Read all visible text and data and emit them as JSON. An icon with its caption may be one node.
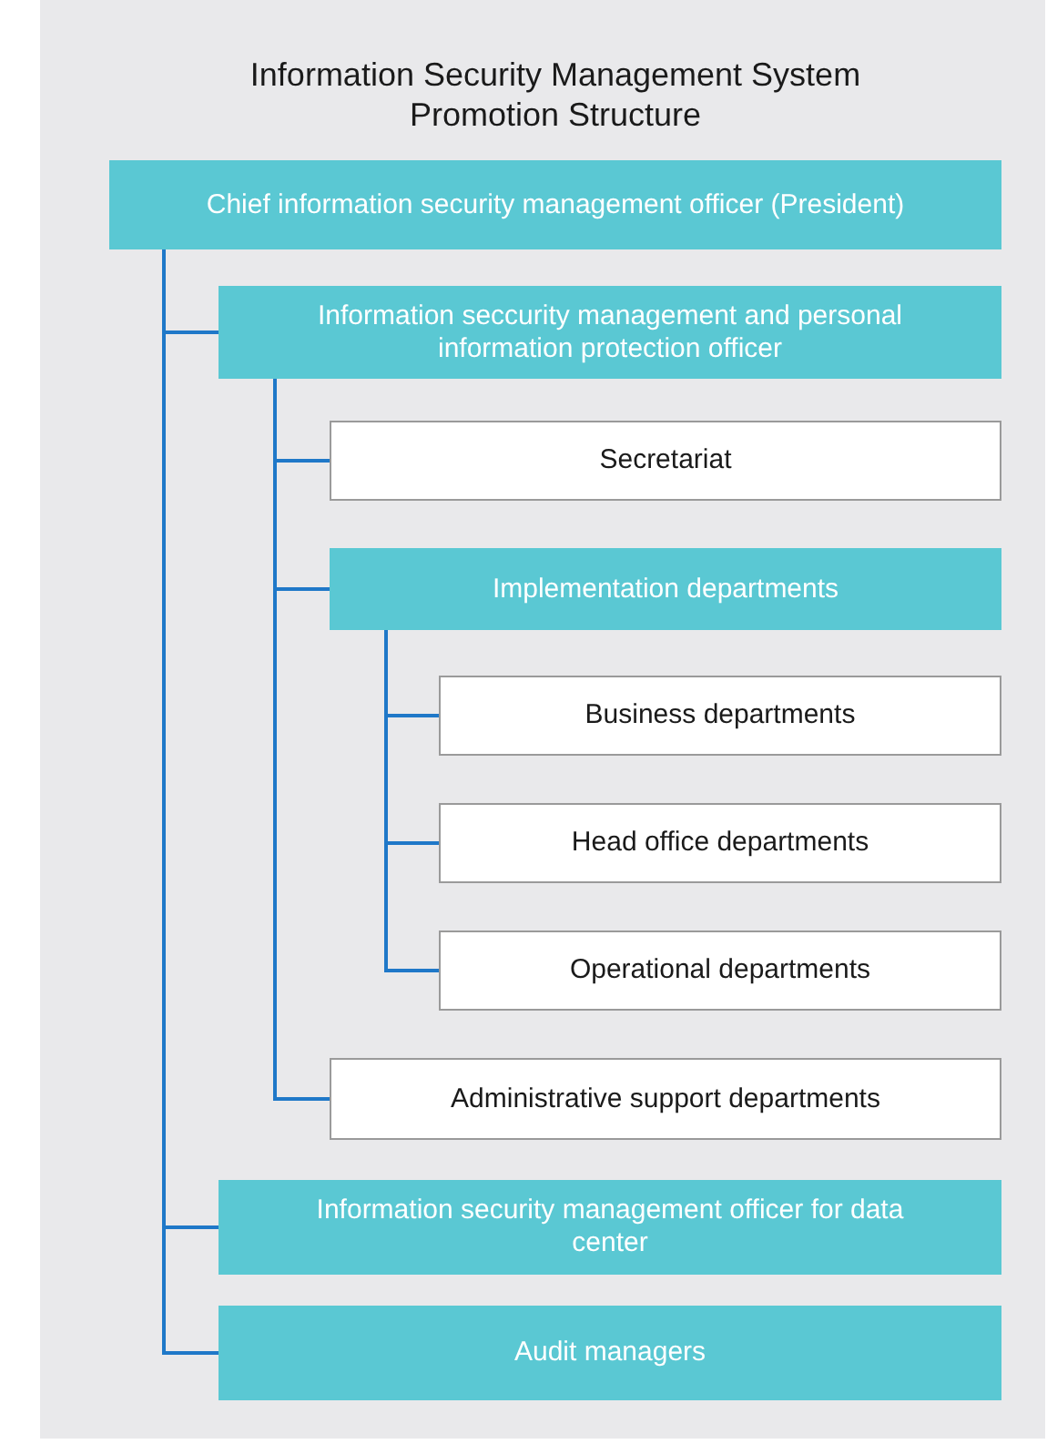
{
  "diagram": {
    "title": "Information Security Management System Promotion Structure",
    "nodes": [
      {
        "text": [
          "Chief information security management officer (President)"
        ]
      },
      {
        "text": [
          "Information seccurity management and personal information protection officer"
        ]
      },
      {
        "text": [
          "Secretariat"
        ]
      },
      {
        "text": [
          "Implementation departments"
        ]
      },
      {
        "text": [
          "Business departments"
        ]
      },
      {
        "text": [
          "Head office departments"
        ]
      },
      {
        "text": [
          "Operational departments"
        ]
      },
      {
        "text": [
          "Administrative support departments"
        ]
      },
      {
        "text": [
          "Information security management officer for data center"
        ]
      },
      {
        "text": [
          "Audit managers"
        ]
      }
    ],
    "edges": [
      {
        "from": 0,
        "to": 1,
        "arrow": "none"
      },
      {
        "from": 1,
        "to": 2,
        "arrow": "none"
      },
      {
        "from": 1,
        "to": 3,
        "arrow": "none"
      },
      {
        "from": 3,
        "to": 4,
        "arrow": "none"
      },
      {
        "from": 3,
        "to": 5,
        "arrow": "none"
      },
      {
        "from": 3,
        "to": 6,
        "arrow": "none"
      },
      {
        "from": 1,
        "to": 7,
        "arrow": "none"
      },
      {
        "from": 0,
        "to": 8,
        "arrow": "none"
      },
      {
        "from": 0,
        "to": 9,
        "arrow": "none"
      }
    ]
  }
}
